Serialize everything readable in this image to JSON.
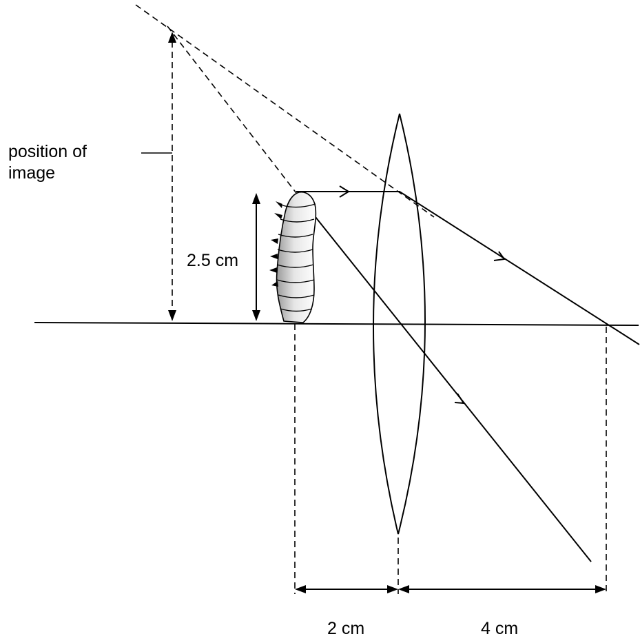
{
  "labels": {
    "image_position": "position of image",
    "object_height": "2.5 cm",
    "object_distance": "2 cm",
    "focal_distance": "4 cm"
  },
  "colors": {
    "ink": "#000000",
    "background": "#ffffff"
  },
  "icons": {
    "object": "caterpillar-icon",
    "lens": "convex-lens"
  }
}
